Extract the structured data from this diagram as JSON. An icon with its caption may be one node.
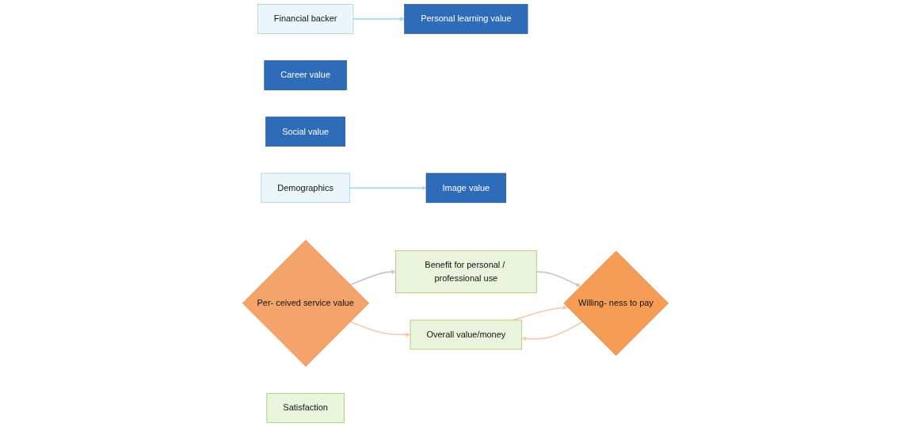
{
  "diagram": {
    "nodes": [
      {
        "text": [
          "Financial backer"
        ]
      },
      {
        "text": [
          "Personal learning value"
        ]
      },
      {
        "text": [
          "Career value"
        ]
      },
      {
        "text": [
          "Image value"
        ]
      },
      {
        "text": [
          "Social value"
        ]
      },
      {
        "text": [
          "Per- ceived service value"
        ]
      },
      {
        "text": [
          "Demographics"
        ]
      },
      {
        "text": [
          "Satisfaction"
        ]
      },
      {
        "text": [
          "Overall value/money"
        ]
      },
      {
        "text": [
          "Benefit for personal / professional use"
        ]
      },
      {
        "text": [
          "Willing- ness to pay"
        ]
      }
    ],
    "edges": [
      {
        "from": 0,
        "to": 1,
        "arrow": "to",
        "color": "#a9d8e6"
      },
      {
        "from": 6,
        "to": 3,
        "arrow": "to",
        "color": "#a9d8e6"
      },
      {
        "from": 5,
        "to": 8,
        "arrow": "to",
        "color": "#f8cbad"
      },
      {
        "from": 5,
        "to": 9,
        "arrow": "to",
        "color": "#c8c8c8"
      },
      {
        "from": 9,
        "to": 10,
        "arrow": "to",
        "color": "#c8c8c8"
      },
      {
        "from": 8,
        "to": 10,
        "arrow": "to",
        "color": "#f8cbad"
      },
      {
        "from": 10,
        "to": 8,
        "arrow": "to",
        "color": "#f8cbad"
      }
    ]
  }
}
